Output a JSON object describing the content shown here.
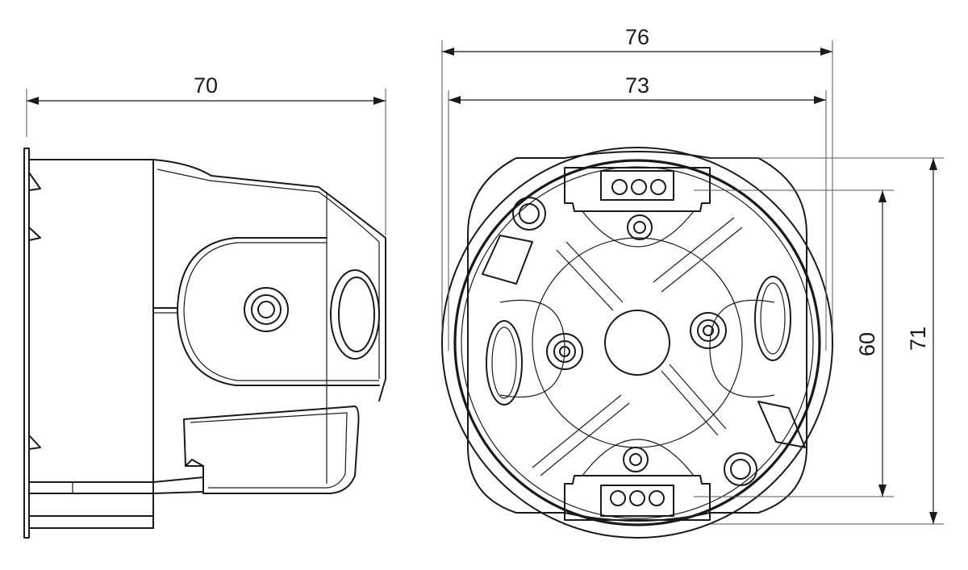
{
  "dimensions": {
    "side_width": "70",
    "front_outer_width": "76",
    "front_inner_width": "73",
    "front_inner_height": "60",
    "front_outer_height": "71"
  }
}
